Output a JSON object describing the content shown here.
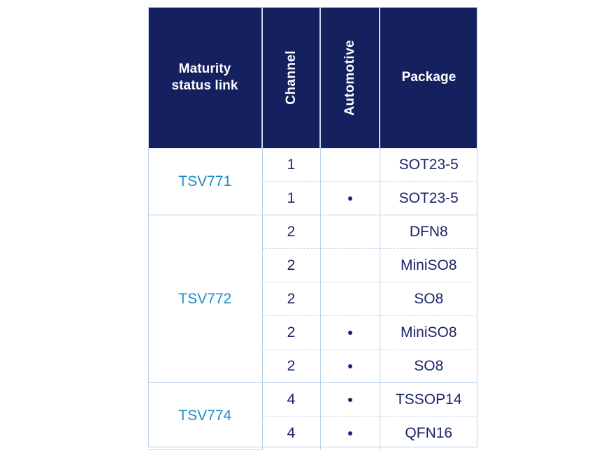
{
  "table": {
    "name": "product-selector-table",
    "colors": {
      "header_bg": "#15205e",
      "header_text": "#ffffff",
      "body_text": "#1d2468",
      "link": "#1b8cc4",
      "border": "#b9cfeb",
      "page_bg": "#ffffff"
    },
    "columns": [
      {
        "key": "maturity",
        "label": "Maturity\nstatus link",
        "orientation": "horizontal"
      },
      {
        "key": "channel",
        "label": "Channel",
        "orientation": "vertical"
      },
      {
        "key": "automotive",
        "label": "Automotive",
        "orientation": "vertical"
      },
      {
        "key": "package",
        "label": "Package",
        "orientation": "horizontal"
      }
    ],
    "groups": [
      {
        "part": "TSV771",
        "rows": [
          {
            "channel": "1",
            "automotive": "",
            "package": "SOT23-5"
          },
          {
            "channel": "1",
            "automotive": "dot",
            "package": "SOT23-5"
          }
        ]
      },
      {
        "part": "TSV772",
        "rows": [
          {
            "channel": "2",
            "automotive": "",
            "package": "DFN8"
          },
          {
            "channel": "2",
            "automotive": "",
            "package": "MiniSO8"
          },
          {
            "channel": "2",
            "automotive": "",
            "package": "SO8"
          },
          {
            "channel": "2",
            "automotive": "dot",
            "package": "MiniSO8"
          },
          {
            "channel": "2",
            "automotive": "dot",
            "package": "SO8"
          }
        ]
      },
      {
        "part": "TSV774",
        "rows": [
          {
            "channel": "4",
            "automotive": "dot",
            "package": "TSSOP14"
          },
          {
            "channel": "4",
            "automotive": "dot",
            "package": "QFN16"
          }
        ]
      }
    ]
  }
}
